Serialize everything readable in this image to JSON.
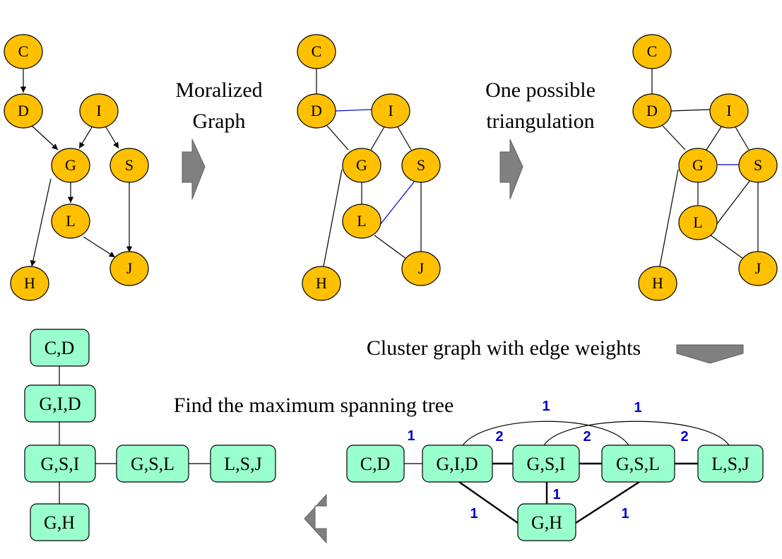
{
  "captions": {
    "moralized_line1": "Moralized",
    "moralized_line2": "Graph",
    "triangulation_line1": "One possible",
    "triangulation_line2": "triangulation",
    "cluster_graph": "Cluster graph with edge weights",
    "max_spanning_tree": "Find the maximum spanning tree"
  },
  "nodes": {
    "C": "C",
    "D": "D",
    "I": "I",
    "G": "G",
    "S": "S",
    "L": "L",
    "J": "J",
    "H": "H"
  },
  "clusters": {
    "CD": "C,D",
    "GID": "G,I,D",
    "GSI": "G,S,I",
    "GSL": "G,S,L",
    "LSJ": "L,S,J",
    "GH": "G,H"
  },
  "weights": {
    "cd_gid": "1",
    "gid_gsi": "2",
    "gsi_gsl": "2",
    "gsl_lsj": "2",
    "gid_gsl_arc": "1",
    "gsi_lsj_arc": "1",
    "gsi_gh": "1",
    "gid_gh": "1",
    "gsl_gh": "1"
  },
  "colors": {
    "node_fill": "#FFC000",
    "cluster_fill": "#99FFCC",
    "added_edge": "#0000CC",
    "weight_text": "#0000CC",
    "arrow": "#808080"
  }
}
